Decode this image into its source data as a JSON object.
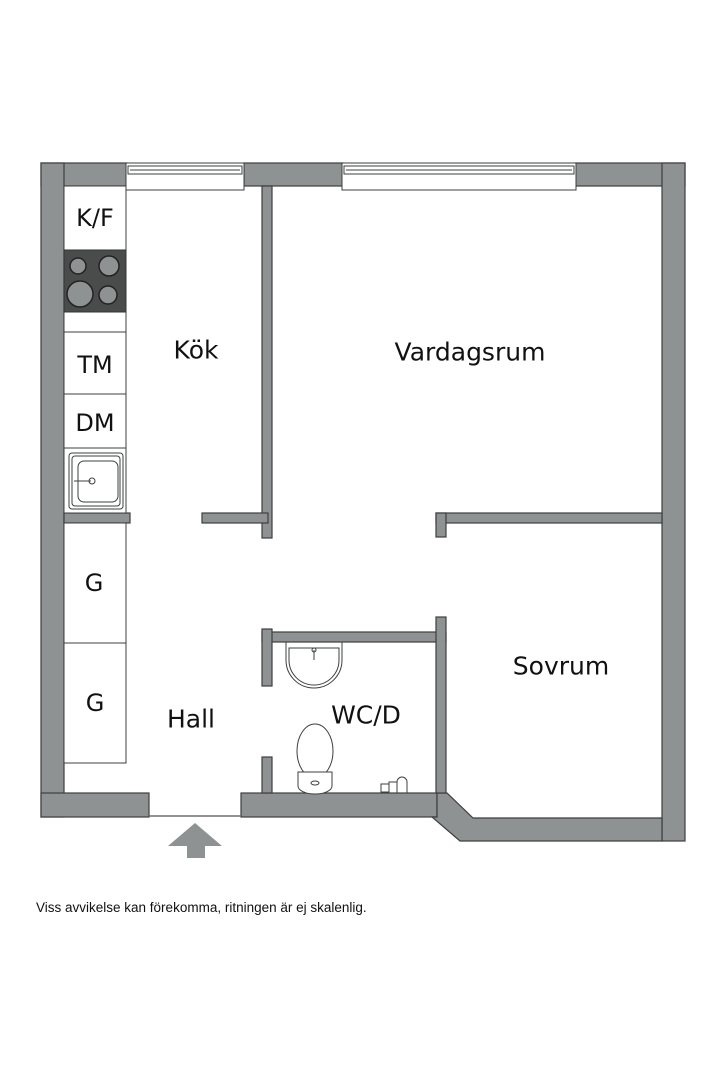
{
  "floorplan": {
    "rooms": [
      {
        "id": "kok",
        "label": "Kök"
      },
      {
        "id": "vardagsrum",
        "label": "Vardagsrum"
      },
      {
        "id": "sovrum",
        "label": "Sovrum"
      },
      {
        "id": "hall",
        "label": "Hall"
      },
      {
        "id": "wcd",
        "label": "WC/D"
      }
    ],
    "fixtures": [
      {
        "id": "kf",
        "label": "K/F"
      },
      {
        "id": "tm",
        "label": "TM"
      },
      {
        "id": "dm",
        "label": "DM"
      },
      {
        "id": "g1",
        "label": "G"
      },
      {
        "id": "g2",
        "label": "G"
      }
    ],
    "icons": [
      "stove-icon",
      "kitchen-sink-icon",
      "washbasin-icon",
      "toilet-icon",
      "floor-drain-icon",
      "entrance-arrow-icon",
      "window-icon"
    ],
    "colors": {
      "wall": "#8f9292",
      "outline": "#3d3f3f",
      "background": "#ffffff"
    }
  },
  "footer": {
    "disclaimer": "Viss avvikelse kan förekomma, ritningen är ej skalenlig."
  }
}
